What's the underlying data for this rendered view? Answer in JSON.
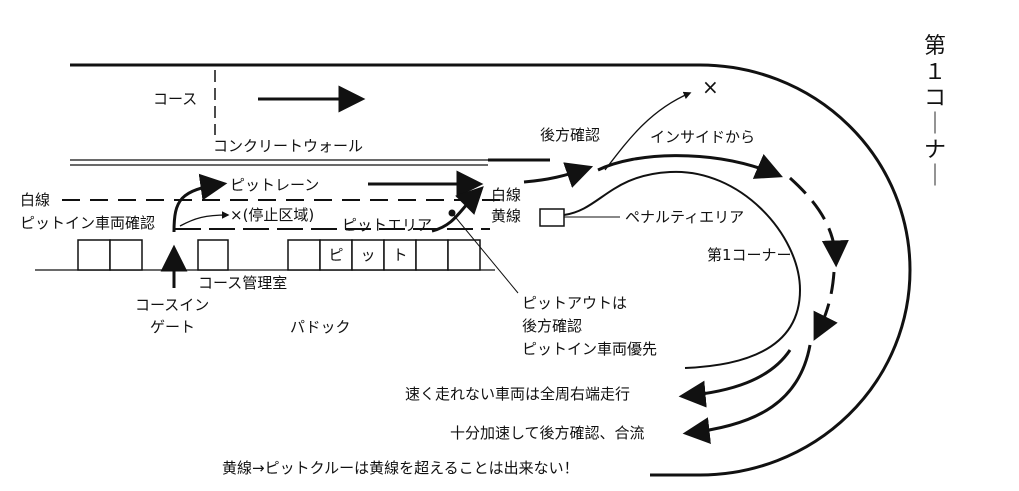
{
  "corner_title_vertical": "第１コーナー",
  "labels": {
    "course": "コース",
    "concrete_wall": "コンクリートウォール",
    "white_line_left": "白線",
    "pit_in_check": "ピットイン車両確認",
    "pit_lane": "ピットレーン",
    "stop_zone": "×(停止区域)",
    "pit_area": "ピットエリア",
    "white_line_right": "白線",
    "yellow_line_right": "黄線",
    "course_control": "コース管理室",
    "course_in_gate_1": "コースイン",
    "course_in_gate_2": "ゲート",
    "paddock": "パドック",
    "pit_out_1": "ピットアウトは",
    "pit_out_2": "後方確認",
    "pit_out_3": "ピットイン車両優先",
    "rear_check_top": "後方確認",
    "inside_from": "インサイドから",
    "x_mark": "×",
    "penalty_area": "ペナルティエリア",
    "first_corner": "第1コーナー",
    "slow_cars": "速く走れない車両は全周右端走行",
    "accelerate_merge": "十分加速して後方確認、合流",
    "yellow_line_note": "黄線→ピットクルーは黄線を超えることは出来ない！"
  },
  "pit_box_chars": [
    "ピ",
    "ッ",
    "ト"
  ]
}
